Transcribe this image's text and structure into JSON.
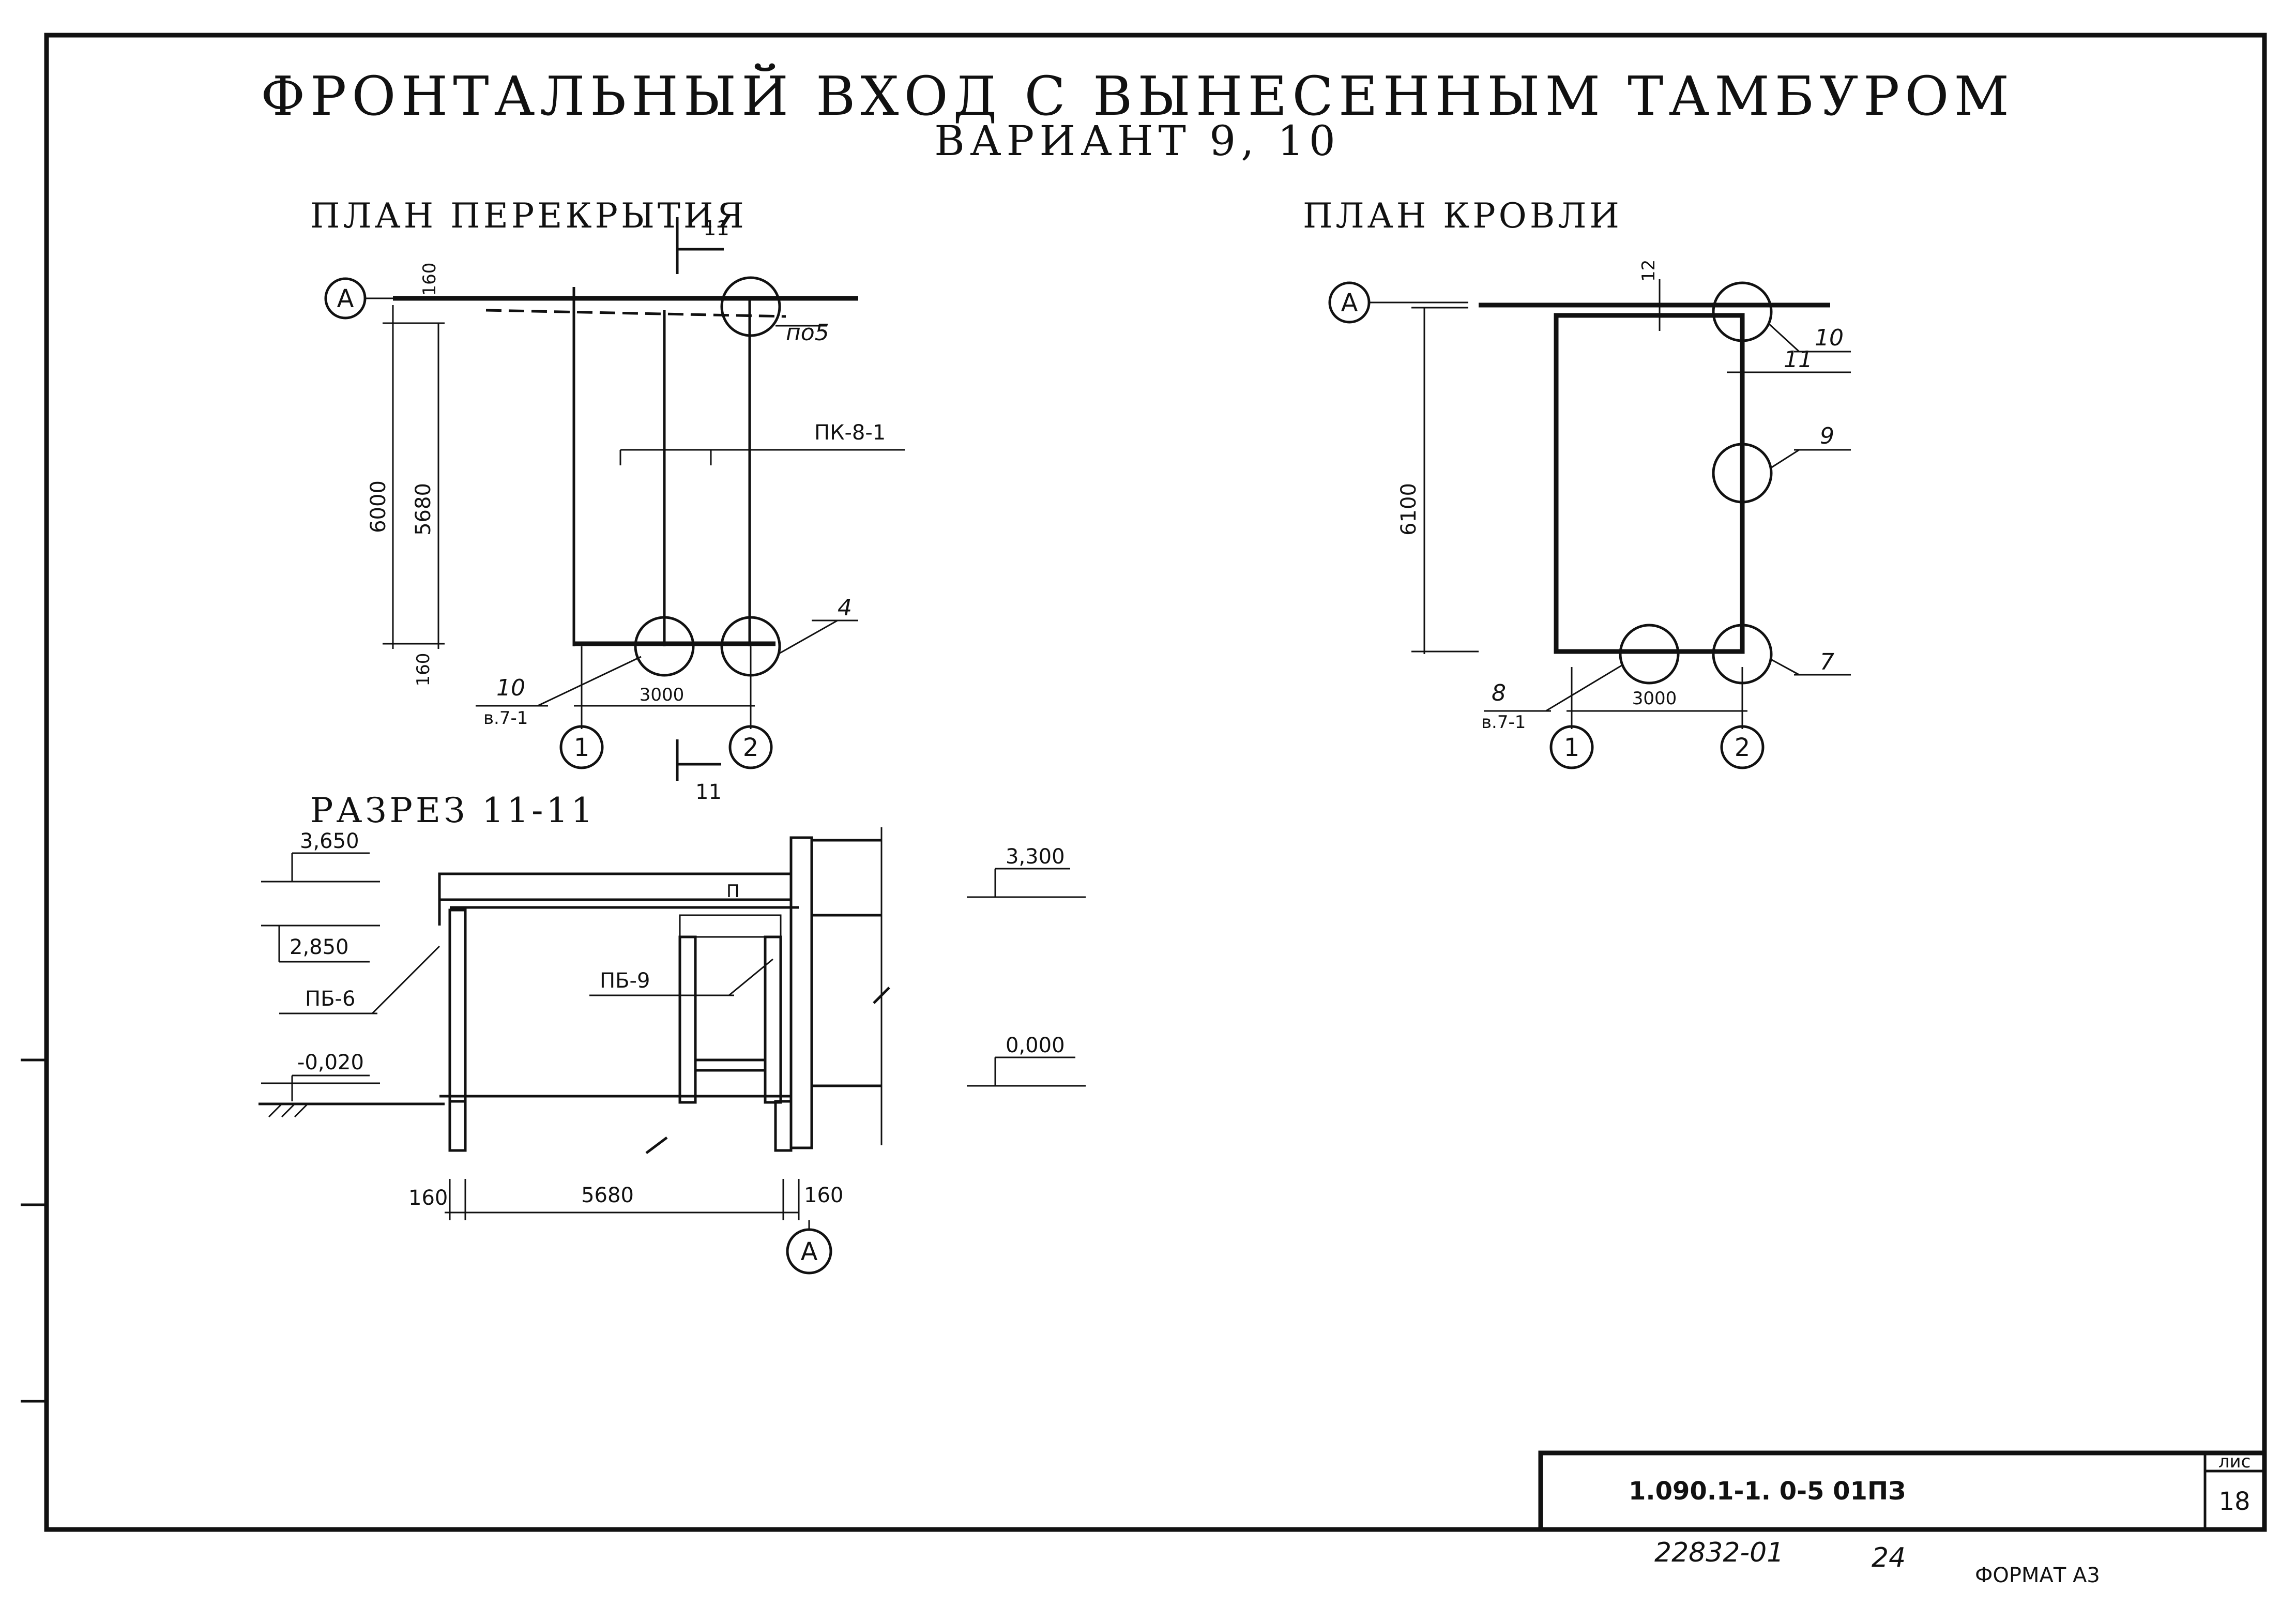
{
  "title": "ФРОНТАЛЬНЫЙ ВХОД С ВЫНЕСЕННЫМ ТАМБУРОМ",
  "subtitle": "ВАРИАНТ 9, 10",
  "floor_plan": {
    "heading": "ПЛАН ПЕРЕКРЫТИЯ",
    "axis_row": "А",
    "axis_col_1": "1",
    "axis_col_2": "2",
    "section_mark": "11",
    "dims": {
      "top_160": "160",
      "bottom_160": "160",
      "d6000": "6000",
      "d5680": "5680",
      "d3000": "3000"
    },
    "labels": {
      "pk": "ПК-8-1",
      "node4": "4",
      "node5": "по5",
      "node10": "10",
      "node10_sheet": "в.7-1"
    }
  },
  "roof_plan": {
    "heading": "ПЛАН КРОВЛИ",
    "axis_row": "А",
    "axis_col_1": "1",
    "axis_col_2": "2",
    "dims": {
      "d6100": "6100",
      "d3000": "3000",
      "d12": "12"
    },
    "labels": {
      "node10": "10",
      "node11": "11",
      "node9": "9",
      "node7": "7",
      "node8": "8",
      "node8_sheet": "в.7-1"
    }
  },
  "section": {
    "heading": "РАЗРЕЗ 11-11",
    "levels": {
      "l3650": "3,650",
      "l2850": "2,850",
      "lm0020": "-0,020",
      "l3300": "3,300",
      "l0000": "0,000"
    },
    "labels": {
      "pb6": "ПБ-6",
      "pb9": "ПБ-9",
      "p": "П"
    },
    "dims": {
      "d160a": "160",
      "d5680": "5680",
      "d160b": "160"
    },
    "axis_row": "А"
  },
  "stamp": {
    "code": "1.090.1-1. 0-5 01ПЗ",
    "sheet_label": "лис",
    "sheet_no": "18"
  },
  "footer": {
    "inv": "22832-01",
    "page": "24",
    "format": "ФОРМАТ А3"
  }
}
